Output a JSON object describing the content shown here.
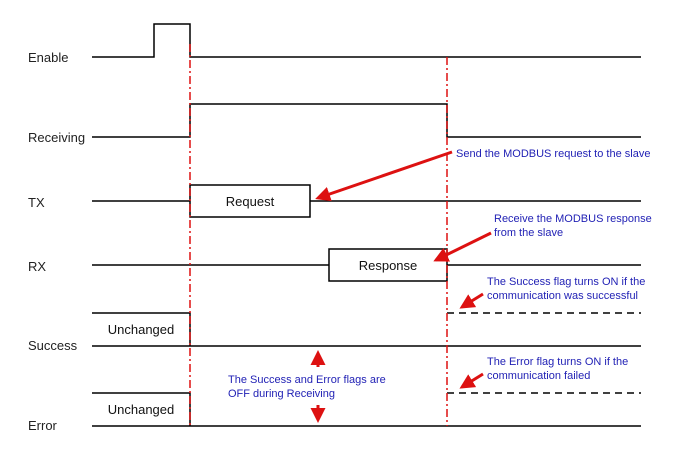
{
  "signals": {
    "enable": "Enable",
    "receiving": "Receiving",
    "tx": "TX",
    "rx": "RX",
    "success": "Success",
    "error": "Error"
  },
  "boxes": {
    "request": "Request",
    "response": "Response",
    "success_unchanged": "Unchanged",
    "error_unchanged": "Unchanged"
  },
  "annotations": {
    "send_request": "Send the MODBUS request to the slave",
    "receive_response": [
      "Receive the MODBUS response",
      "from the slave"
    ],
    "success_flag": [
      "The Success flag turns ON if the",
      "communication was successful"
    ],
    "flags_off": [
      "The Success and Error flags are",
      "OFF during Receiving"
    ],
    "error_flag": [
      "The Error flag turns ON if the",
      "communication failed"
    ]
  },
  "colors": {
    "signal_line": "#000000",
    "marker": "#dd1111",
    "arrow": "#dd1111",
    "annotation_text": "#1f1fb4"
  }
}
